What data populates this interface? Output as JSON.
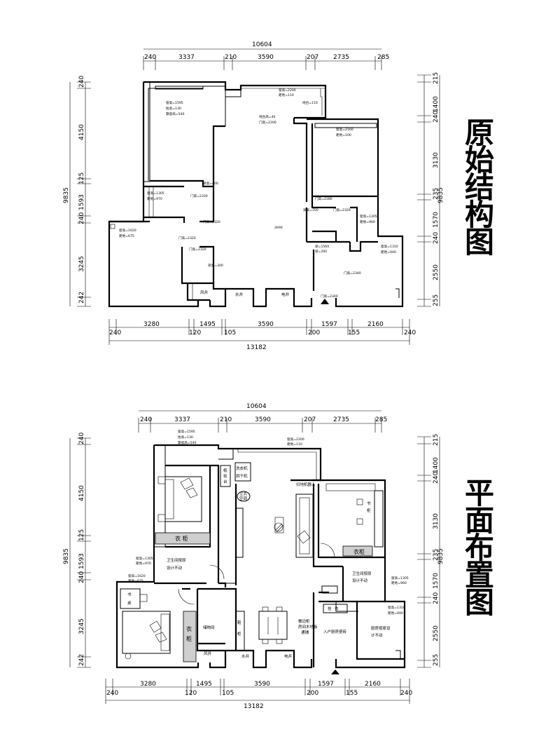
{
  "titles": {
    "original": [
      "原",
      "始",
      "结",
      "构",
      "图"
    ],
    "layout": [
      "平",
      "面",
      "布",
      "置",
      "图"
    ]
  },
  "dims": {
    "total_top": "10604",
    "top": [
      "240",
      "3337",
      "210",
      "3590",
      "207",
      "2735",
      "285"
    ],
    "total_bottom": "13182",
    "bottom": [
      "240",
      "3280",
      "120",
      "1495",
      "105",
      "3590",
      "200",
      "1597",
      "155",
      "2160",
      "240"
    ],
    "total_left": "9835",
    "left": [
      "240",
      "4150",
      "125",
      "1593",
      "240",
      "3245",
      "242"
    ],
    "total_right": "9835",
    "right": [
      "215",
      "1400",
      "240",
      "3130",
      "235",
      "1570",
      "240",
      "2550",
      "255"
    ]
  },
  "plan1": {
    "win_bedroom": [
      "窗高=1595",
      "抬高=130",
      "飘窗高=540"
    ],
    "win_balcony": [
      "窗高=2200",
      "距地=110"
    ],
    "plat": [
      "地台高=40",
      "门高=2200"
    ],
    "plat2": "地台=110",
    "beam_400": "梁高=400",
    "door_2330": "门高=2330",
    "win_bath": [
      "窗高=1305",
      "距地=970"
    ],
    "door_2320a": "门高=2320",
    "win_room3": [
      "窗高=1620",
      "距地=675"
    ],
    "door_2320b": "门高=2320",
    "door_2320c": "门高=2320",
    "beam_300": "梁高=300",
    "fengjing": "风井",
    "shuijing": "水井",
    "dianjing": "电井",
    "ceiling": "2690",
    "win_br2": [
      "窗高=2160",
      "距地=100"
    ],
    "door_2280": "门高=2280",
    "beam_350": "梁高=350",
    "door_2320d": "门高=2320",
    "win_bath2": [
      "窗高=1305",
      "距地=960"
    ],
    "beam_1560": [
      "梁=1560",
      "梁=260"
    ],
    "win_kitchen": [
      "窗高=1310",
      "距地=940"
    ],
    "door_2340": "门高=2340",
    "door_2340b": "门高=2340"
  },
  "plan2": {
    "win_bedroom": [
      "窗高=1595",
      "抬高=130",
      "飘窗高=540"
    ],
    "win_balcony": [
      "窗高=2200",
      "距地=110"
    ],
    "dresser": [
      "梳",
      "妆",
      "台"
    ],
    "washer": [
      "洗衣机",
      "烘干机"
    ],
    "ac": [
      "立式",
      "空调"
    ],
    "wardrobe1": "衣  柜",
    "win_bath": [
      "窗高=1305",
      "距地=970"
    ],
    "bath1": [
      "卫生间按原",
      "设计不动"
    ],
    "win_room3": [
      "窗高=1620",
      "距地=675"
    ],
    "desk": [
      "书",
      "桌"
    ],
    "wardrobe2": [
      "衣",
      "柜"
    ],
    "storage": "储物间",
    "shoe": [
      "鞋",
      "柜"
    ],
    "fengjing": "风井",
    "shuijing": "水井",
    "dianjing": "电井",
    "robot": "扫地机器人",
    "bookcase": [
      "书",
      "柜"
    ],
    "wardrobe3": "衣柜",
    "bath2": [
      "卫生间按原",
      "设计不动"
    ],
    "win_bath2": [
      "窗高=1305",
      "距地=960"
    ],
    "hanger": [
      "挂",
      "衣"
    ],
    "canbian": [
      "餐边柜",
      "房间木地板",
      "通铺"
    ],
    "entry": "入户厨房瓷砖",
    "kitchen": [
      "厨房按原设",
      "计不动"
    ],
    "win_kitchen": [
      "窗高=1310",
      "距地=940"
    ]
  }
}
